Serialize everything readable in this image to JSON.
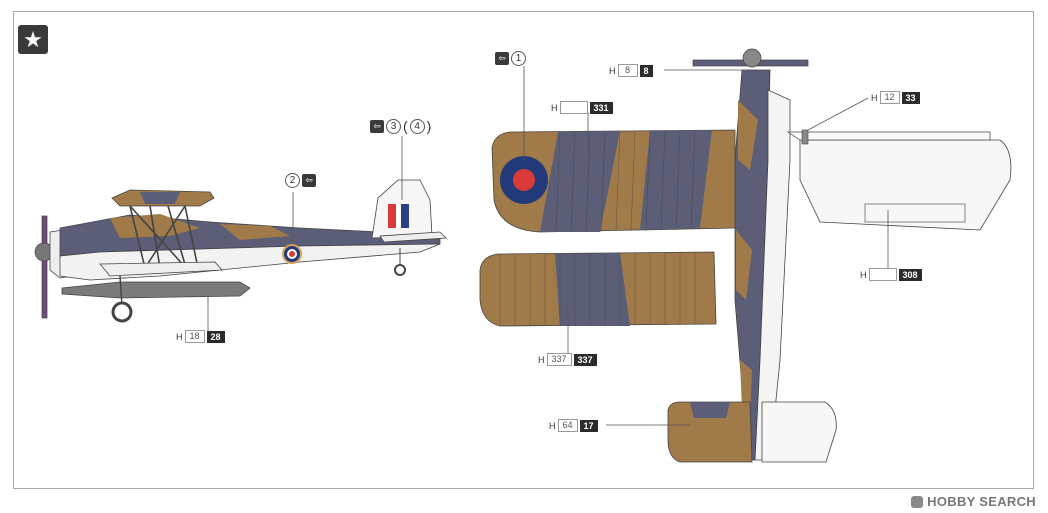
{
  "badge": {
    "icon": "star-icon",
    "glyph": "★"
  },
  "callouts": {
    "side_tail": {
      "arrow": "⇦",
      "n1": "3",
      "n2": "4"
    },
    "side_fuselage": {
      "arrow": "⇦",
      "n": "2"
    },
    "top_wing": {
      "arrow": "⇦",
      "n": "1"
    }
  },
  "codes": {
    "torpedo": {
      "h": "H",
      "thin": "18",
      "dark": "28"
    },
    "prop": {
      "h": "H",
      "thin": "8",
      "dark": "8"
    },
    "upper_wing": {
      "h": "H",
      "thin": "",
      "dark": "331"
    },
    "lower_wing": {
      "h": "H",
      "thin": "337",
      "dark": "337"
    },
    "tailplane": {
      "h": "H",
      "thin": "64",
      "dark": "17"
    },
    "right_strut": {
      "h": "H",
      "thin": "12",
      "dark": "33"
    },
    "right_wing": {
      "h": "H",
      "thin": "",
      "dark": "308"
    }
  },
  "watermark": {
    "text": "HOBBY SEARCH"
  },
  "colors": {
    "camo_brown": "#a07a48",
    "camo_slate": "#5c5e78",
    "roundel_blue": "#233a7a",
    "roundel_red": "#d93a3a",
    "fin_red": "#d93a3a",
    "fin_blue": "#2c3e86",
    "underside": "#f2f2f2",
    "outline": "#444444"
  }
}
